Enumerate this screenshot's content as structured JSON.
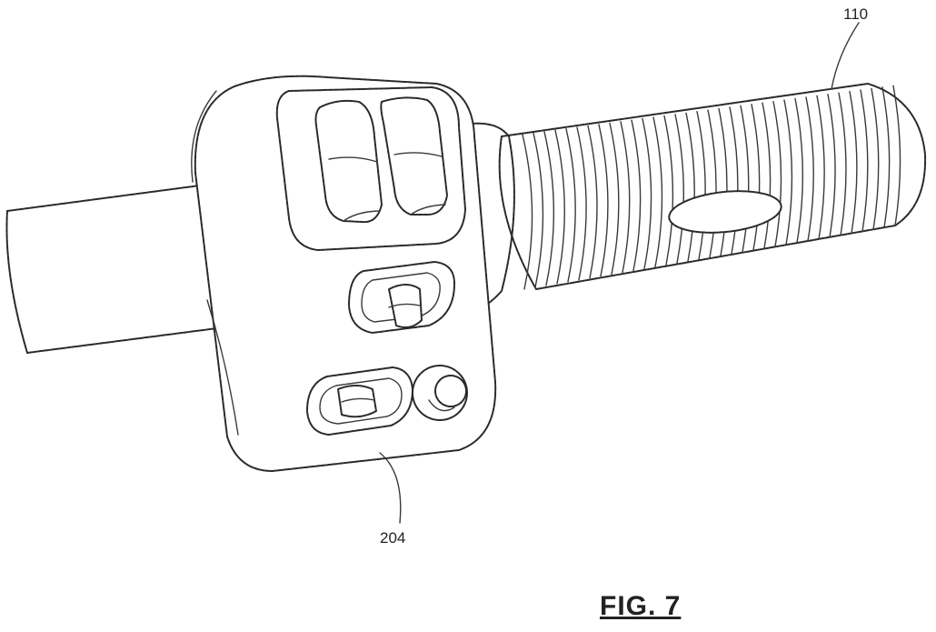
{
  "figure": {
    "caption": "FIG. 7",
    "reference_numerals": {
      "grip": "110",
      "switch_housing": "204"
    }
  }
}
